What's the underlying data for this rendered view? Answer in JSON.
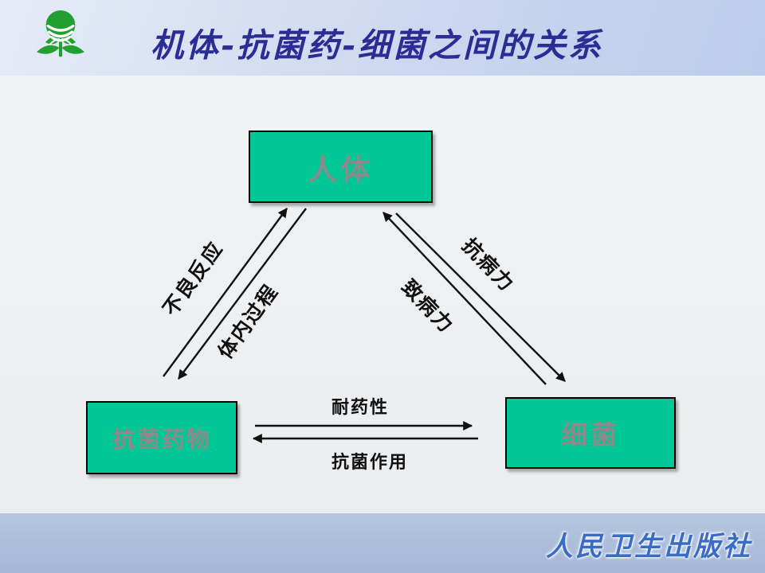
{
  "slide": {
    "title": "机体-抗菌药-细菌之间的关系",
    "footer_publisher": "人民卫生出版社"
  },
  "colors": {
    "title_text": "#2b2d94",
    "header_band": "#c7d5ee",
    "node_fill": "#00c795",
    "node_border": "#000000",
    "node_text": "#8b8b8b",
    "arrow": "#111111",
    "footer_bar": "#aec0db",
    "footer_text": "#3a6cc6",
    "logo_green": "#219f2f"
  },
  "diagram": {
    "nodes": [
      {
        "id": "human-body",
        "label": "人体"
      },
      {
        "id": "antibacterial-drug",
        "label": "抗菌药物"
      },
      {
        "id": "bacteria",
        "label": "细菌"
      }
    ],
    "edges": [
      {
        "label": "不良反应",
        "from": "抗菌药物",
        "to": "人体"
      },
      {
        "label": "体内过程",
        "from": "人体",
        "to": "抗菌药物"
      },
      {
        "label": "抗病力",
        "from": "人体",
        "to": "细菌"
      },
      {
        "label": "致病力",
        "from": "细菌",
        "to": "人体"
      },
      {
        "label": "耐药性",
        "from": "抗菌药物",
        "to": "细菌"
      },
      {
        "label": "抗菌作用",
        "from": "细菌",
        "to": "抗菌药物"
      }
    ]
  }
}
